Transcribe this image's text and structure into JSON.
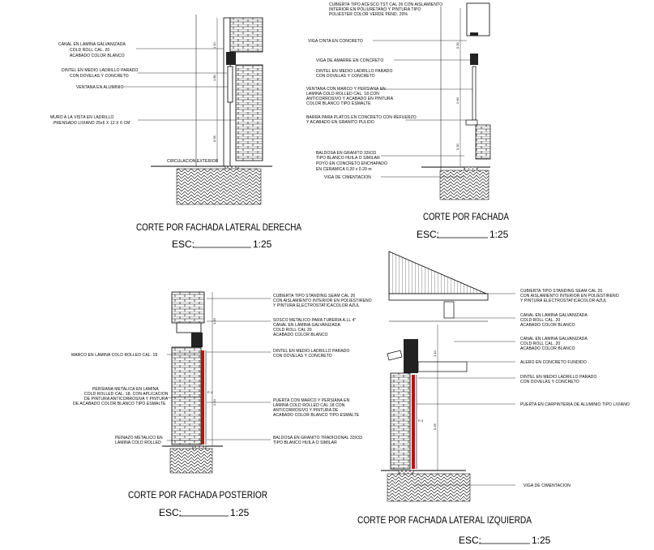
{
  "sections": {
    "derecha": {
      "title": "CORTE POR FACHADA LATERAL DERECHA",
      "scale_prefix": "ESC:",
      "scale_value": "1:25",
      "notes": [
        "CANAL EN LAMINA GALVANIZADA",
        "COLD ROLL CAL. 20",
        "ACABADO COLOR BLANCO",
        "DINTEL EN MEDIO LADRILLO PARADO",
        "CON DOVELAS Y CONCRETO",
        "VENTANA EN ALUMINIO",
        "MURO A LA VISTA EN LADRILLO",
        "PRENSADO LIVIANO 25x6 X 12 X 6 CM"
      ],
      "ground_label": "CIRCULACION EXTERIOR"
    },
    "fachada": {
      "title": "CORTE POR FACHADA",
      "scale_prefix": "ESC:",
      "scale_value": "1:25",
      "notes": [
        "CUBIERTA TIPO ACESCO TST CAL 26 CON AISLAMIENTO",
        "INTERIOR EN POLIURETANO Y PINTURA TIPO",
        "POLIESTER COLOR VERDE PEND. 20%",
        "VIGA CINTA EN CONCRETO",
        "VIGA DE AMARRE EN CONCRETO",
        "DINTEL EN MEDIO LADRILLO PARADO",
        "CON DOVELAS Y CONCRETO",
        "VENTANA CON MARCO Y PERSIANA EN",
        "LAMINA COLD ROLLED CAL. 18 CON",
        "ANTICORROSIVO Y ACABADO EN PINTURA",
        "COLOR BLANCO TIPO ESMALTE",
        "BARRA PARA PLATOS EN CONCRETO CON REFUERZO",
        "Y ACABADO EN GRANITO PULIDO",
        "BALDOSA EN GRANITO 33X33",
        "TIPO BLANCO HUILA O SIMILAR",
        "POYO EN CONCRETO ENCHAPADO",
        "EN CERAMICA 0.20 x 0.20 m",
        "VIGA DE CIMENTACION"
      ]
    },
    "posterior": {
      "title": "CORTE POR FACHADA POSTERIOR",
      "scale_prefix": "ESC:",
      "scale_value": "1:25",
      "notes_right": [
        "CUBIERTA TIPO STANDING SEAM CAL 26",
        "CON AISLAMIENTO INTERIOR EN POLIESTIRENO",
        "Y PINTURA ELECTROSTATICACOLOR AZUL",
        "SOSCO METALICO PARA TUBERIA A.LL 4\"",
        "CANAL EN LAMINA GALVANIZADA",
        "COLD ROLL CAL 20",
        "ACABADO COLOR BLANCO",
        "DINTEL EN MEDIO LADRILLO PARADO",
        "CON DOVELAS Y CONCRETO",
        "PUERTA CON MARCO Y PERSIANA EN",
        "LAMINA COLD ROLLED CAL.18 CON",
        "ANTICORROSIVO Y PINTURA DE",
        "ACABADO COLOR BLANCO TIPO ESMALTE",
        "BALDOSA EN GRANITO TRADICIONAL 33X33",
        "TIPO BLANCO HUILA O SIMILAR"
      ],
      "notes_left": [
        "MARCO EN LAMINA COLD ROLLED CAL. 18",
        "PERSIANA METALICA EN LAMINA",
        "COLD ROLLED CAL. 18, CON APLICACION",
        "DE PINTURA ANTICORROSIVA Y PINTURA",
        "DE ACABADO COLOR BLANCO TIPO ESMALTE",
        "PEINAZO METALICO EN",
        "LAMINA COLD ROLLED"
      ],
      "door_tag": "P-1"
    },
    "izquierda": {
      "title": "CORTE POR FACHADA LATERAL IZQUIERDA",
      "scale_prefix": "ESC:",
      "scale_value": "1:25",
      "notes": [
        "CUBIERTA TIPO STANDING SEAM CAL 26",
        "CON AISLAMIENTO INTERIOR EN POLIESTIRENO",
        "Y PINTURA ELECTROSTATICACOLOR AZUL",
        "CANAL EN LAMINA GALVANIZADA",
        "COLD ROLL CAL. 20",
        "ACABADO COLOR BLANCO",
        "CANAL EN LAMINA GALVANIZADA",
        "COLD ROLL CAL. 20",
        "ACABADO COLOR BLANCO",
        "ALERO EN CONCRETO FUNDIDO .",
        "DINTEL EN MEDIO LADRILLO PARADO",
        "CON DOVELAS Y CONCRETO",
        "PUERTA EN CARPINTERIA DE ALUMINIO TIPO LIVIANO",
        "VIGA DE CIMENTACION"
      ],
      "door_tag": "P-3"
    }
  },
  "dimensions": [
    "1.10",
    "0.30",
    "1.80",
    "2.60",
    "0.95",
    "0.30",
    "1.20",
    "1.10",
    "0.25",
    "2.10"
  ]
}
